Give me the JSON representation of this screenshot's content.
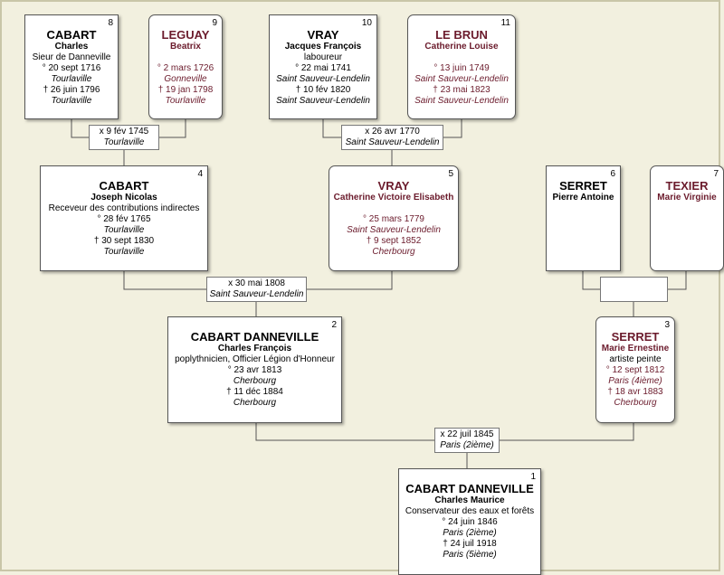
{
  "persons": {
    "p8": {
      "num": "8",
      "surname": "CABART",
      "given": "Charles",
      "occupation": "Sieur de Danneville",
      "birth_date": "° 20 sept 1716",
      "birth_place": "Tourlaville",
      "death_date": "† 26 juin 1796",
      "death_place": "Tourlaville"
    },
    "p9": {
      "num": "9",
      "surname": "LEGUAY",
      "given": "Beatrix",
      "birth_date": "° 2 mars 1726",
      "birth_place": "Gonneville",
      "death_date": "† 19 jan 1798",
      "death_place": "Tourlaville"
    },
    "p10": {
      "num": "10",
      "surname": "VRAY",
      "given": "Jacques François",
      "occupation": "laboureur",
      "birth_date": "° 22 mai 1741",
      "birth_place": "Saint Sauveur-Lendelin",
      "death_date": "† 10 fév 1820",
      "death_place": "Saint Sauveur-Lendelin"
    },
    "p11": {
      "num": "11",
      "surname": "LE BRUN",
      "given": "Catherine Louise",
      "birth_date": "° 13 juin 1749",
      "birth_place": "Saint Sauveur-Lendelin",
      "death_date": "† 23 mai 1823",
      "death_place": "Saint Sauveur-Lendelin"
    },
    "p4": {
      "num": "4",
      "surname": "CABART",
      "given": "Joseph Nicolas",
      "occupation": "Receveur des contributions indirectes",
      "birth_date": "° 28 fév 1765",
      "birth_place": "Tourlaville",
      "death_date": "† 30 sept 1830",
      "death_place": "Tourlaville"
    },
    "p5": {
      "num": "5",
      "surname": "VRAY",
      "given": "Catherine Victoire Elisabeth",
      "birth_date": "° 25 mars 1779",
      "birth_place": "Saint Sauveur-Lendelin",
      "death_date": "† 9 sept 1852",
      "death_place": "Cherbourg"
    },
    "p6": {
      "num": "6",
      "surname": "SERRET",
      "given": "Pierre Antoine"
    },
    "p7": {
      "num": "7",
      "surname": "TEXIER",
      "given": "Marie Virginie"
    },
    "p2": {
      "num": "2",
      "surname": "CABART DANNEVILLE",
      "given": "Charles François",
      "occupation": "poplythnicien, Officier Légion d'Honneur",
      "birth_date": "° 23 avr 1813",
      "birth_place": "Cherbourg",
      "death_date": "† 11 déc 1884",
      "death_place": "Cherbourg"
    },
    "p3": {
      "num": "3",
      "surname": "SERRET",
      "given": "Marie Ernestine",
      "occupation": "artiste peinte",
      "birth_date": "° 12 sept 1812",
      "birth_place": "Paris (4ième)",
      "death_date": "† 18 avr 1883",
      "death_place": "Cherbourg"
    },
    "p1": {
      "num": "1",
      "surname": "CABART DANNEVILLE",
      "given": "Charles Maurice",
      "occupation": "Conservateur des eaux et forêts",
      "birth_date": "° 24 juin 1846",
      "birth_place": "Paris (2ième)",
      "death_date": "† 24 juil 1918",
      "death_place": "Paris (5ième)"
    }
  },
  "unions": {
    "u89": {
      "date": "x 9 fév 1745",
      "place": "Tourlaville"
    },
    "u1011": {
      "date": "x 26 avr 1770",
      "place": "Saint Sauveur-Lendelin"
    },
    "u45": {
      "date": "x 30 mai 1808",
      "place": "Saint Sauveur-Lendelin"
    },
    "u67": {
      "date": "",
      "place": ""
    },
    "u23": {
      "date": "x 22 juil 1845",
      "place": "Paris (2ième)"
    }
  }
}
